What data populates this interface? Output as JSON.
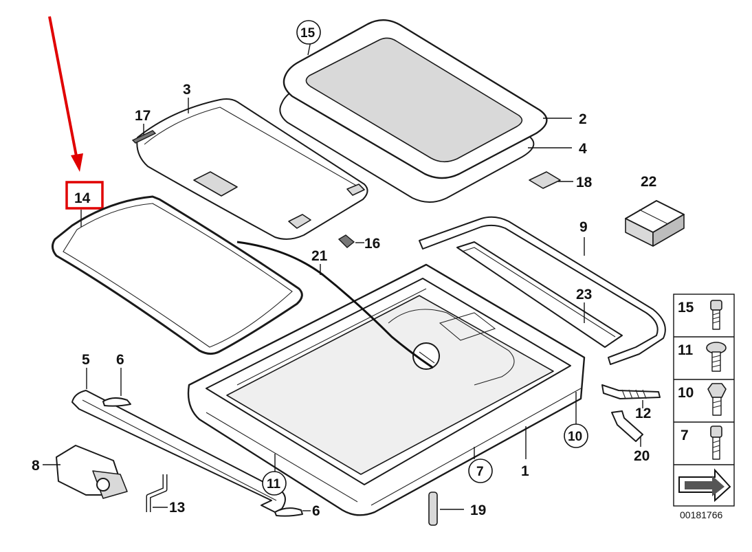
{
  "diagram": {
    "ref_number": "00181766",
    "highlight_color": "#e00000",
    "callouts": {
      "c1": "1",
      "c2": "2",
      "c3": "3",
      "c4": "4",
      "c5": "5",
      "c6a": "6",
      "c6b": "6",
      "c7": "7",
      "c8": "8",
      "c9": "9",
      "c10": "10",
      "c11": "11",
      "c12": "12",
      "c13": "13",
      "c14": "14",
      "c15": "15",
      "c16": "16",
      "c17": "17",
      "c18": "18",
      "c19": "19",
      "c20": "20",
      "c21": "21",
      "c22": "22",
      "c23": "23"
    },
    "screw_legend": [
      {
        "label": "15",
        "icon": "cap-screw-icon"
      },
      {
        "label": "11",
        "icon": "pan-head-screw-icon"
      },
      {
        "label": "10",
        "icon": "hex-bolt-icon"
      },
      {
        "label": "7",
        "icon": "socket-screw-icon"
      }
    ]
  }
}
